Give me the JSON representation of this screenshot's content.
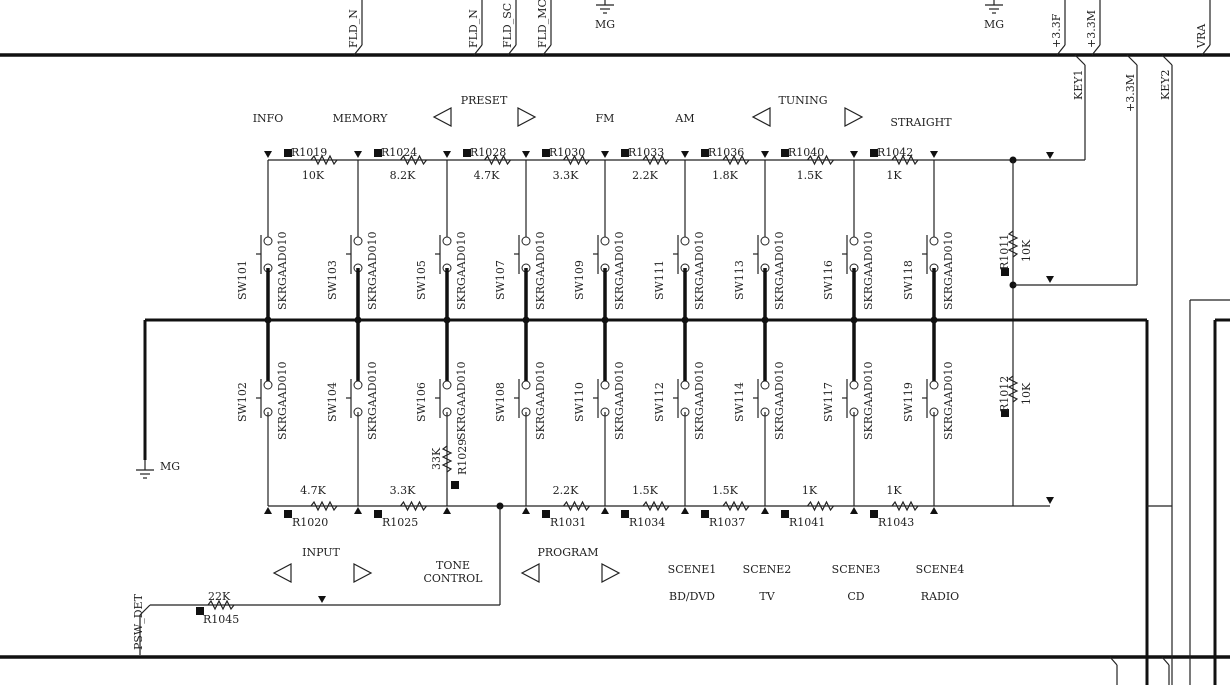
{
  "connectors_top": [
    "FLD_N",
    "FLD_N",
    "FLD_SC",
    "FLD_MC",
    "+3.3F",
    "+3.3M",
    "VRA"
  ],
  "connectors_right": [
    "KEY1",
    "+3.3M",
    "KEY2"
  ],
  "ground_label": "MG",
  "button_labels_top": [
    "INFO",
    "MEMORY",
    "PRESET",
    "FM",
    "AM",
    "TUNING",
    "STRAIGHT"
  ],
  "button_labels_bottom": [
    "INPUT",
    "TONE",
    "CONTROL",
    "PROGRAM"
  ],
  "scenes": [
    {
      "name": "SCENE1",
      "source": "BD/DVD"
    },
    {
      "name": "SCENE2",
      "source": "TV"
    },
    {
      "name": "SCENE3",
      "source": "CD"
    },
    {
      "name": "SCENE4",
      "source": "RADIO"
    }
  ],
  "top_resistors": [
    {
      "ref": "R1019",
      "value": "10K"
    },
    {
      "ref": "R1024",
      "value": "8.2K"
    },
    {
      "ref": "R1028",
      "value": "4.7K"
    },
    {
      "ref": "R1030",
      "value": "3.3K"
    },
    {
      "ref": "R1033",
      "value": "2.2K"
    },
    {
      "ref": "R1036",
      "value": "1.8K"
    },
    {
      "ref": "R1040",
      "value": "1.5K"
    },
    {
      "ref": "R1042",
      "value": "1K"
    }
  ],
  "bottom_resistors": [
    {
      "ref": "R1020",
      "value": "4.7K"
    },
    {
      "ref": "R1025",
      "value": "3.3K"
    },
    null,
    {
      "ref": "R1031",
      "value": "2.2K"
    },
    {
      "ref": "R1034",
      "value": "1.5K"
    },
    {
      "ref": "R1037",
      "value": "1.5K"
    },
    {
      "ref": "R1041",
      "value": "1K"
    },
    {
      "ref": "R1043",
      "value": "1K"
    }
  ],
  "vertical_resistors": [
    {
      "ref": "R1029",
      "value": "33K"
    },
    {
      "ref": "R1011",
      "value": "10K"
    },
    {
      "ref": "R1012",
      "value": "10K"
    }
  ],
  "psw": {
    "label": "PSW_DET",
    "ref": "R1045",
    "value": "22K"
  },
  "switch_part": "SKRGAAD010",
  "switches_top": [
    "SW101",
    "SW103",
    "SW105",
    "SW107",
    "SW109",
    "SW111",
    "SW113",
    "SW116",
    "SW118"
  ],
  "switches_bottom": [
    "SW102",
    "SW104",
    "SW106",
    "SW108",
    "SW110",
    "SW112",
    "SW114",
    "SW117",
    "SW119"
  ]
}
